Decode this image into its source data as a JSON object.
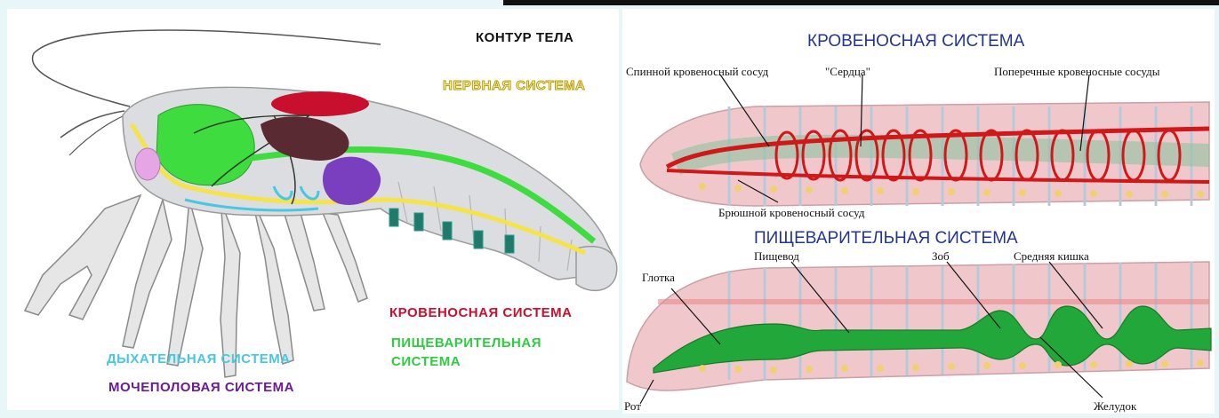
{
  "crayfish": {
    "labels": {
      "body_outline": "КОНТУР ТЕЛА",
      "nervous": "НЕРВНАЯ СИСТЕМА",
      "circulatory": "КРОВЕНОСНАЯ СИСТЕМА",
      "digestive_1": "ПИЩЕВАРИТЕЛЬНАЯ",
      "digestive_2": "СИСТЕМА",
      "respiratory": "ДЫХАТЕЛЬНАЯ СИСТЕМА",
      "urogenital": "МОЧЕПОЛОВАЯ СИСТЕМА"
    },
    "colors": {
      "body_outline": "#111111",
      "nervous": "#f4e34a",
      "circulatory": "#c8102e",
      "digestive": "#2ecc40",
      "respiratory": "#48c8e0",
      "urogenital": "#6a1b9a"
    }
  },
  "worm": {
    "circulatory": {
      "title": "КРОВЕНОСНАЯ СИСТЕМА",
      "labels": {
        "dorsal_vessel": "Спинной кровеносный сосуд",
        "hearts": "\"Сердца\"",
        "transverse_vessels": "Поперечные кровеносные сосуды",
        "ventral_vessel": "Брюшной кровеносный сосуд"
      }
    },
    "digestive": {
      "title": "ПИЩЕВАРИТЕЛЬНАЯ СИСТЕМА",
      "labels": {
        "pharynx": "Глотка",
        "esophagus": "Пищевод",
        "crop": "Зоб",
        "midgut": "Средняя кишка",
        "mouth": "Рот",
        "gizzard": "Желудок"
      }
    },
    "colors": {
      "title": "#23358f",
      "vessels": "#d01818",
      "gut": "#22a83a",
      "body": "#f0c8cc"
    }
  }
}
